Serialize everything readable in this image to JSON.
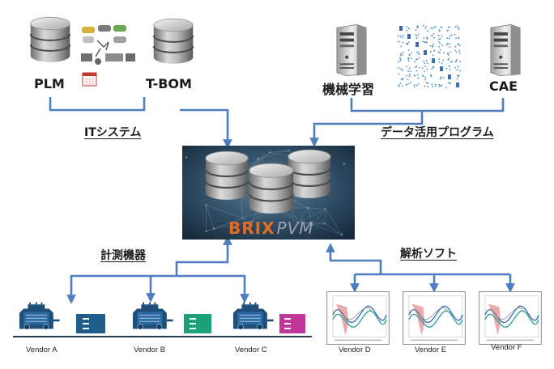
{
  "labels": {
    "plm": "PLM",
    "tbom": "T-BOM",
    "ml": "機械学習",
    "cae": "CAE",
    "it_system": "ITシステム",
    "data_program": "データ活用プログラム",
    "measuring": "計測機器",
    "analysis": "解析ソフト"
  },
  "hub": {
    "brand": "BRIX",
    "product": "PVM"
  },
  "vendors": [
    "Vendor A",
    "Vendor B",
    "Vendor C",
    "Vendor D",
    "Vendor E",
    "Vendor F"
  ],
  "colors": {
    "arrow": "#4f7ec0",
    "hub_bg": "#1e3548",
    "brand": "#e36c20",
    "engine": "#1f4e79",
    "vendor_a_box": "#1d5f8a",
    "vendor_b_box": "#1aa37a",
    "vendor_c_box": "#c0369a",
    "wave_blue": "#3a6fb5",
    "wave_teal": "#2ea39a",
    "wave_fill": "#e99b9b"
  },
  "icons": [
    "database-icon",
    "car-parts-icon",
    "calendar-icon",
    "server-icon",
    "scatter-matrix-icon",
    "engine-icon",
    "waveform-chart-icon"
  ]
}
